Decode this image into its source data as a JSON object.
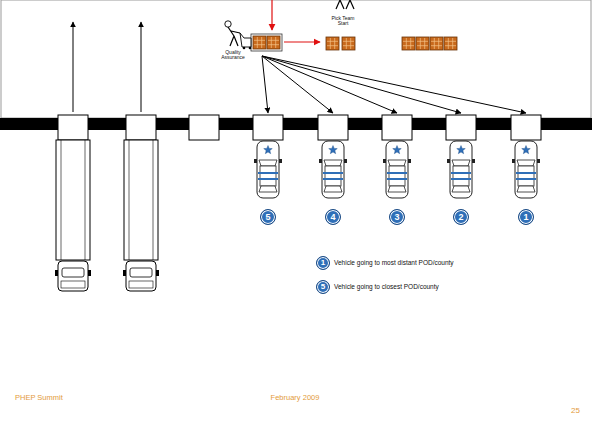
{
  "diagram": {
    "nodes": [
      {
        "text": [
          "5"
        ]
      },
      {
        "text": [
          "4"
        ]
      },
      {
        "text": [
          "3"
        ]
      },
      {
        "text": [
          "2"
        ]
      },
      {
        "text": [
          "1"
        ]
      },
      {
        "text": [
          "1"
        ]
      },
      {
        "text": [
          "5"
        ]
      }
    ],
    "labels": [
      "Quality Assurance",
      "Pick Team Start",
      "PHEP Summit",
      "February 2009",
      "25"
    ],
    "legend": [
      {
        "text": "Vehicle going to most distant POD/county"
      },
      {
        "text": "Vehicle going to closest POD/county"
      }
    ]
  }
}
